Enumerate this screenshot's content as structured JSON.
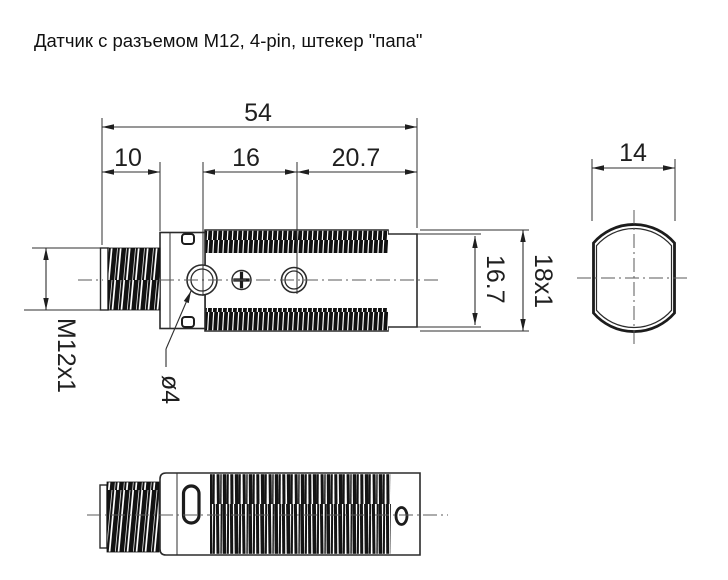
{
  "title": "Датчик с разъемом M12, 4-pin, штекер \"папа\"",
  "main_view": {
    "total_length": "54",
    "connector_thread_length": "10",
    "hole_spacing": "16",
    "rear_section_length": "20.7",
    "connector_thread": "M12x1",
    "hole_diameter": "ø4",
    "end_diameter": "16.7",
    "body_thread": "18x1"
  },
  "end_view": {
    "across_flats": "14"
  },
  "colors": {
    "line": "#2b2b2b",
    "centerline": "#5a5a5a",
    "thread_dark": "#121212",
    "background": "#ffffff"
  }
}
